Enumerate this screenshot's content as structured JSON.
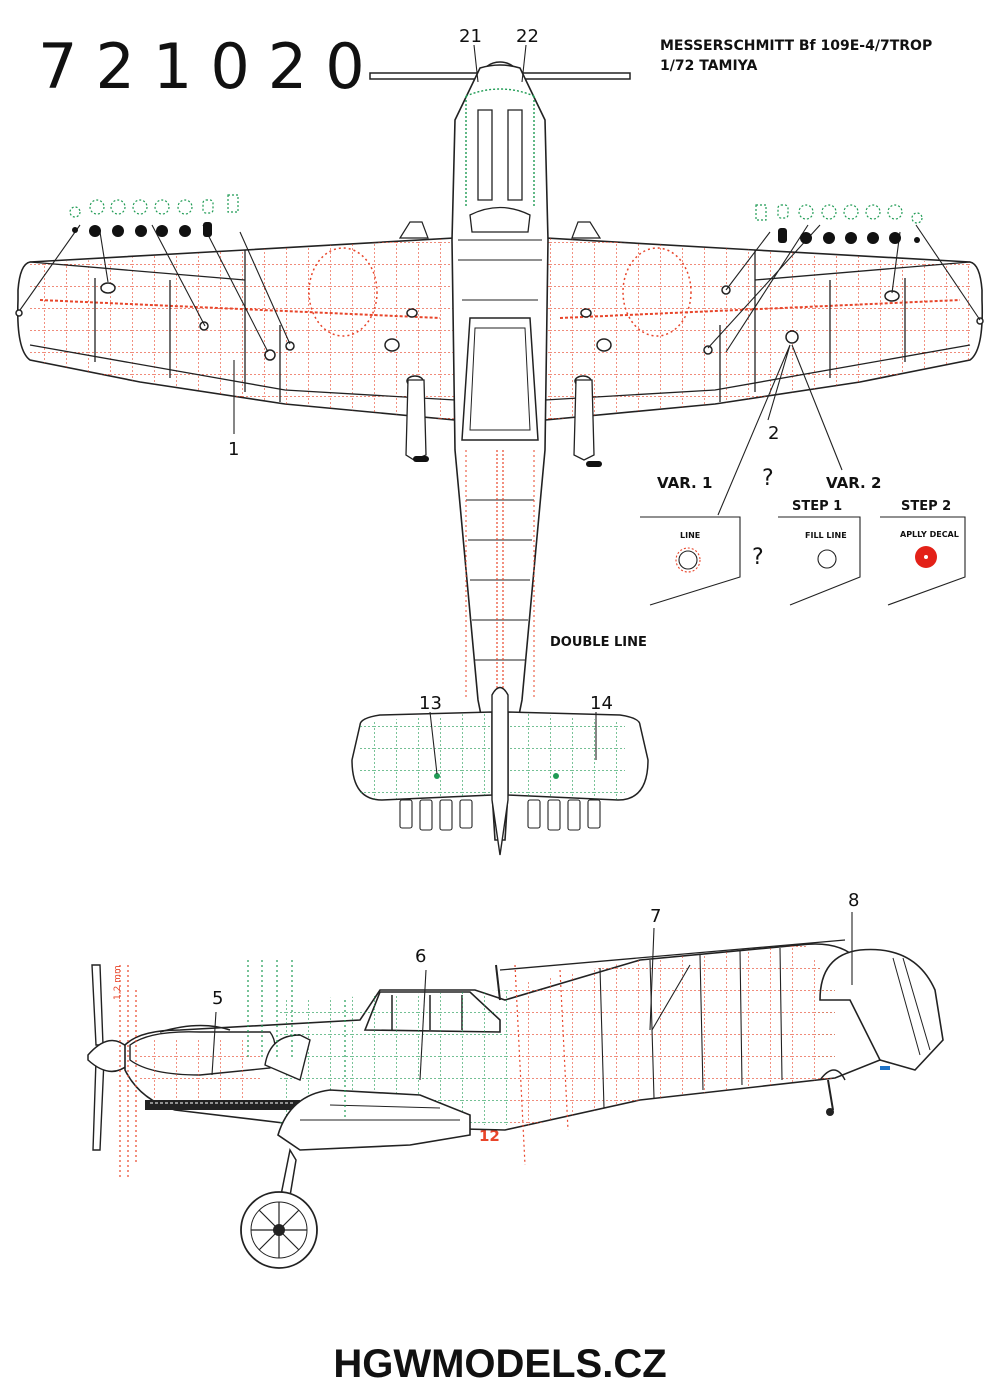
{
  "header": {
    "product_code": "721020",
    "title_line1": "MESSERSCHMITT Bf 109E-4/7TROP",
    "title_line2": "1/72 TAMIYA"
  },
  "callouts": {
    "n21": "21",
    "n22": "22",
    "n1": "1",
    "n2": "2",
    "n13": "13",
    "n14": "14",
    "n5": "5",
    "n6": "6",
    "n7": "7",
    "n8": "8"
  },
  "markers": {
    "q": "?",
    "side_code": "12",
    "rule": "1,2 mm"
  },
  "legend": {
    "var1": "VAR. 1",
    "var2": "VAR. 2",
    "step1": "STEP 1",
    "step2": "STEP 2",
    "line": "LINE",
    "fill_line": "FILL LINE",
    "apply_decal": "APLLY DECAL"
  },
  "labels": {
    "double_line": "DOUBLE LINE"
  },
  "footer": {
    "brand": "HGWMODELS.CZ"
  },
  "colors": {
    "stencil_red": "#e8452a",
    "stencil_green": "#1f9b54",
    "outline": "#222222",
    "decal_red": "#e32118"
  }
}
